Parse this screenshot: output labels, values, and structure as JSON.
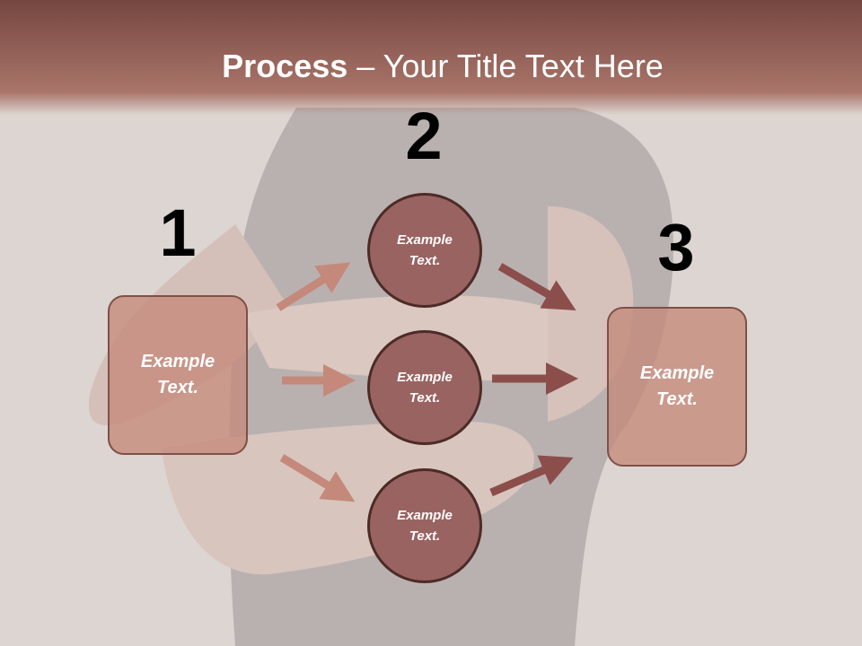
{
  "title": {
    "bold": "Process",
    "rest": " – Your Title Text Here"
  },
  "steps": [
    {
      "number": "1",
      "label": "Example Text."
    },
    {
      "number": "2"
    },
    {
      "number": "3",
      "label": "Example Text."
    }
  ],
  "circles": [
    {
      "label": "Example Text."
    },
    {
      "label": "Example Text."
    },
    {
      "label": "Example Text."
    }
  ],
  "colors": {
    "header": "#8f5e56",
    "box_fill": "#c4897a",
    "circle_fill": "#996361",
    "arrow_light": "#c4897a",
    "arrow_dark": "#8c4e4b"
  }
}
